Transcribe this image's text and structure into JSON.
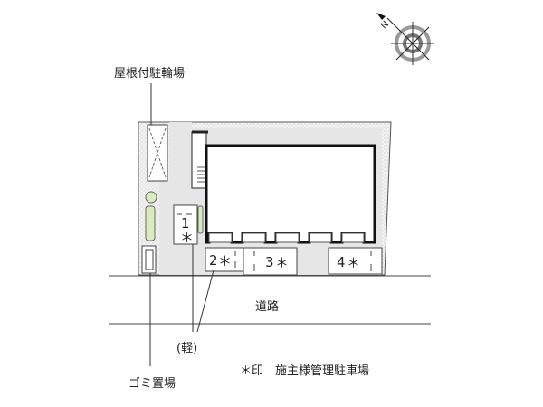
{
  "labels": {
    "bicycle_parking": "屋根付駐輪場",
    "road": "道路",
    "light_car": "(軽)",
    "garbage": "ゴミ置場",
    "legend_note": "＊印　施主様管理駐車場"
  },
  "parking_spaces": [
    {
      "number": "1",
      "mark": "＊"
    },
    {
      "number": "2",
      "mark": "＊"
    },
    {
      "number": "3",
      "mark": "＊"
    },
    {
      "number": "4",
      "mark": "＊"
    }
  ],
  "compass": {
    "direction_label": "N",
    "icon": "north-arrow-compass-icon"
  },
  "colors": {
    "paving": "#e6e6e6",
    "planting": "#d8ecc0",
    "line": "#222222"
  }
}
